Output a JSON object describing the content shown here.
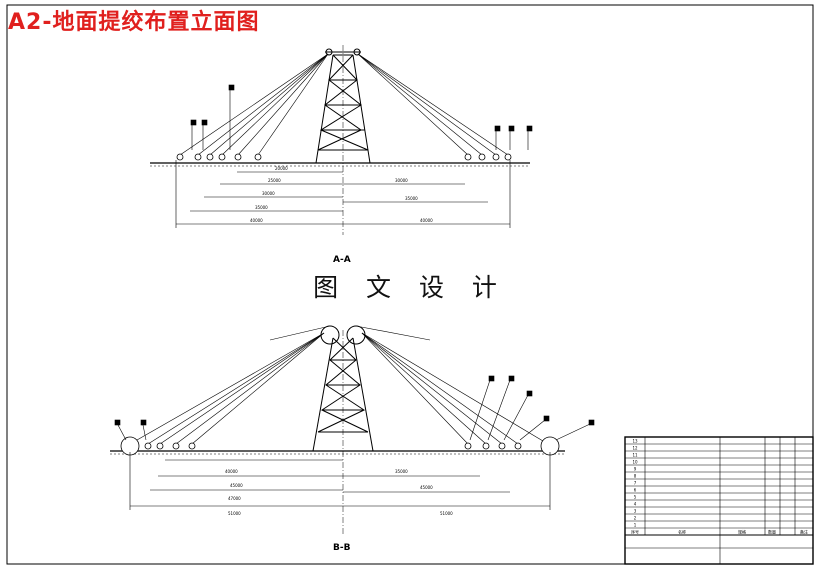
{
  "title": "A2-地面提绞布置立面图",
  "watermark": "图 文 设 计",
  "views": {
    "top": {
      "label": "A-A",
      "dims": [
        "20000",
        "25000",
        "30000",
        "35000",
        "40000",
        "30000",
        "35000",
        "40000"
      ]
    },
    "bottom": {
      "label": "B-B",
      "dims": [
        "40000",
        "45000",
        "47000",
        "51000",
        "35000",
        "45000",
        "51000"
      ]
    }
  },
  "title_block": {
    "header": [
      "序号",
      "名称",
      "规格",
      "数量",
      "备注"
    ],
    "rows": [
      [
        "13",
        "",
        "",
        "",
        ""
      ],
      [
        "12",
        "",
        "",
        "",
        ""
      ],
      [
        "11",
        "",
        "",
        "",
        ""
      ],
      [
        "10",
        "",
        "",
        "",
        ""
      ],
      [
        "9",
        "",
        "",
        "",
        ""
      ],
      [
        "8",
        "",
        "",
        "",
        ""
      ],
      [
        "7",
        "",
        "",
        "",
        ""
      ],
      [
        "6",
        "",
        "",
        "",
        ""
      ],
      [
        "5",
        "",
        "",
        "",
        ""
      ],
      [
        "4",
        "",
        "",
        "",
        ""
      ],
      [
        "3",
        "",
        "",
        "",
        ""
      ],
      [
        "2",
        "",
        "",
        "",
        ""
      ],
      [
        "1",
        "",
        "",
        "",
        ""
      ]
    ]
  },
  "colors": {
    "title": "#e0201e",
    "line": "#000000"
  }
}
